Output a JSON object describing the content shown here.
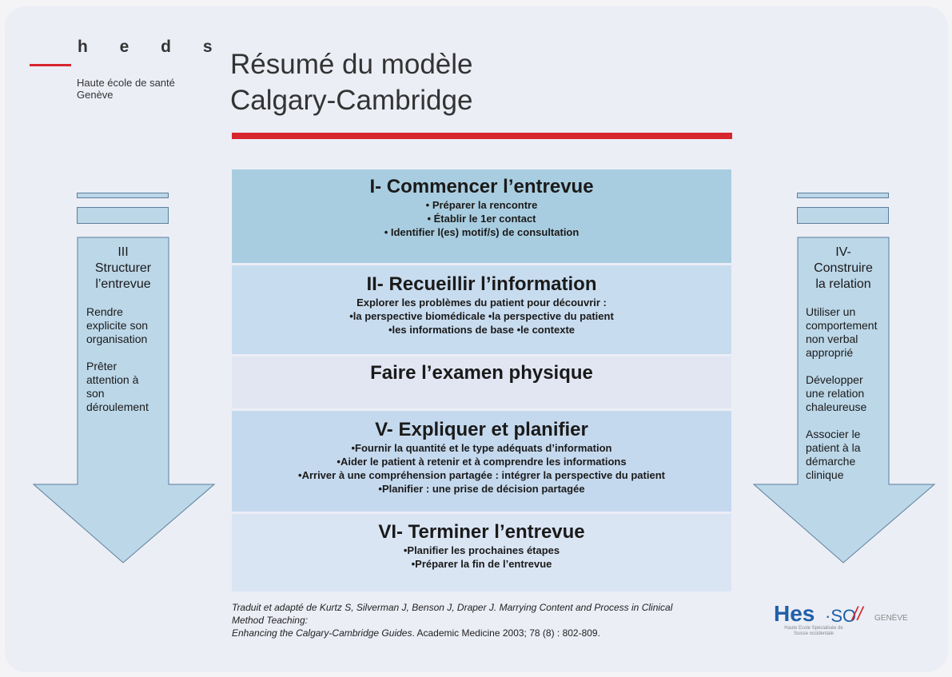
{
  "logo": {
    "letters": "h e d s",
    "line1": "Haute école de santé",
    "line2": "Genève"
  },
  "title": {
    "line1": "Résumé du modèle",
    "line2": "Calgary-Cambridge"
  },
  "sections": [
    {
      "heading": "I- Commencer l’entrevue",
      "lines": [
        "•      Préparer la rencontre",
        "•    Établir le 1er contact",
        "•      Identifier l(es) motif/s) de consultation"
      ]
    },
    {
      "heading": "II- Recueillir l’information",
      "lines": [
        "Explorer les problèmes du patient pour découvrir :",
        "•la perspective biomédicale •la perspective du patient",
        "•les informations  de base •le contexte"
      ]
    },
    {
      "heading": "Faire l’examen physique",
      "lines": []
    },
    {
      "heading": "V- Expliquer et planifier",
      "lines": [
        "•Fournir la quantité et le type adéquats d’information",
        "•Aider le patient à retenir et à comprendre les informations",
        "•Arriver à une compréhension partagée : intégrer la perspective du patient",
        "•Planifier : une prise de décision partagée"
      ]
    },
    {
      "heading": "VI- Terminer l’entrevue",
      "lines": [
        "•Planifier les prochaines étapes",
        "•Préparer la fin de l’entrevue"
      ]
    }
  ],
  "left_arrow": {
    "numeral": "III",
    "title_line1": "Structurer",
    "title_line2": "l’entrevue",
    "items": [
      "Rendre explicite son organisation",
      "Prêter attention à son déroulement"
    ]
  },
  "right_arrow": {
    "numeral": "IV-",
    "title_line1": "Construire",
    "title_line2": "la relation",
    "items": [
      "Utiliser un comportement non verbal approprié",
      "Développer une relation chaleureuse",
      "Associer le patient à la démarche clinique"
    ]
  },
  "reference": {
    "part1": "Traduit et adapté de Kurtz S, Silverman J, Benson J, Draper J. ",
    "part2": "Marrying Content and Process in Clinical Method Teaching:",
    "part3": "Enhancing the Calgary-Cambridge Guides",
    "part4": ". Academic Medicine 2003; 78 (8) : 802-809."
  },
  "hes_logo": {
    "hes": "Hes",
    "so": "·SO",
    "slashes": "//",
    "geneve": "GENÈVE",
    "sub": "Haute Ecole Spécialisée de Suisse occidentale"
  },
  "colors": {
    "accent_red": "#d8262f",
    "arrow_fill": "#bcd7e8",
    "hes_blue": "#1f5fa8"
  }
}
